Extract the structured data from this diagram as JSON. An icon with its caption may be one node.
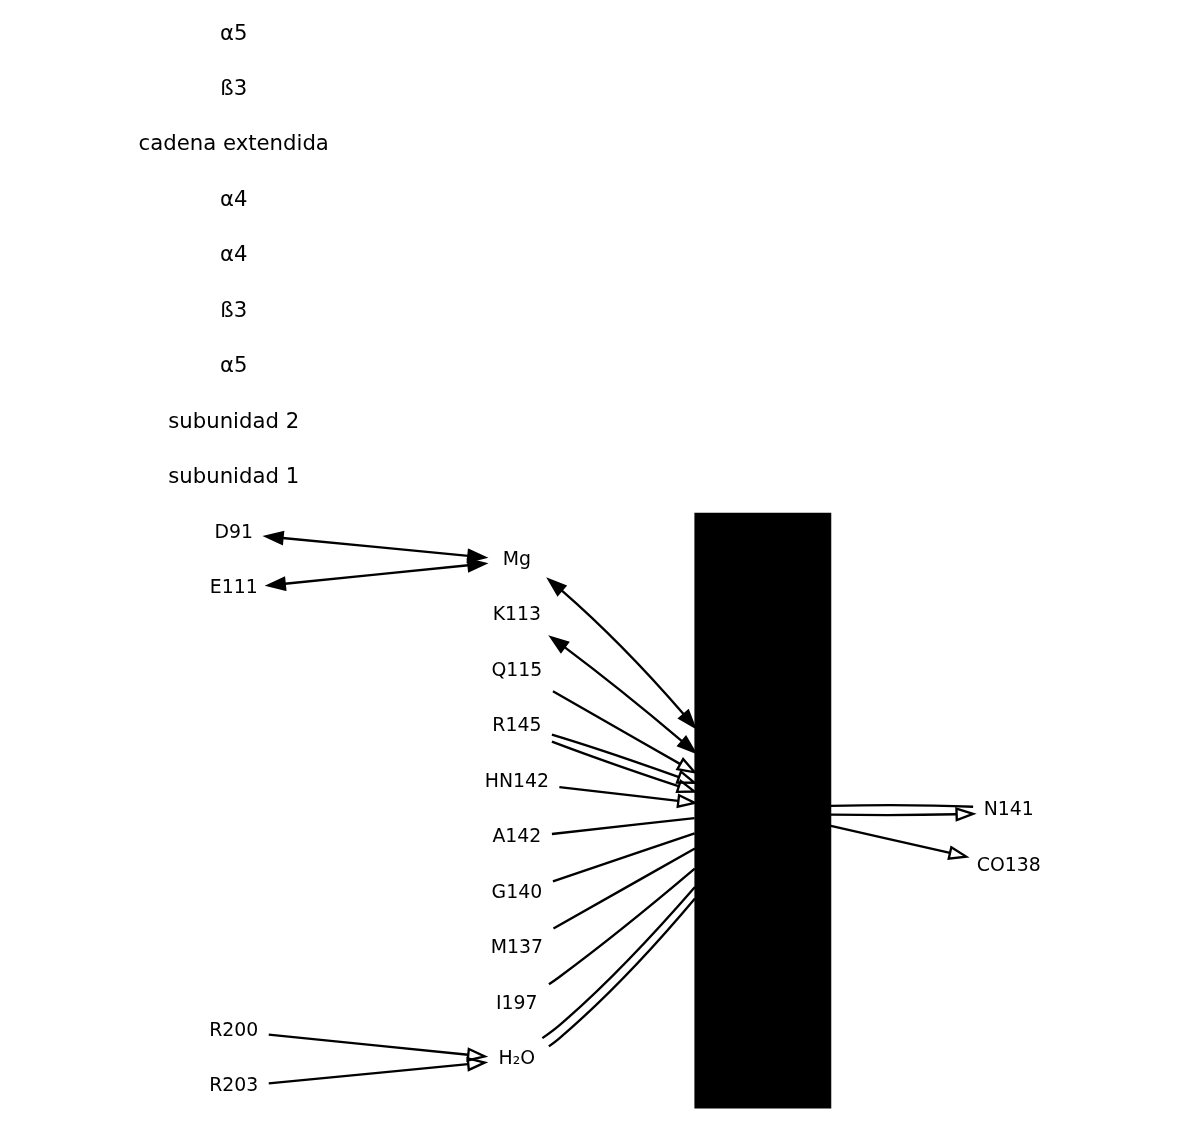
{
  "diagram": {
    "nodes": [
      {
        "text": [
          "D91"
        ]
      },
      {
        "text": [
          "Mg"
        ]
      },
      {
        "text": [
          "E111"
        ]
      },
      {
        "text": [
          "K113"
        ]
      },
      {
        "text": [
          "Q115"
        ]
      },
      {
        "text": [
          "R145"
        ]
      },
      {
        "text": [
          "HN142"
        ]
      },
      {
        "text": [
          "A142"
        ]
      },
      {
        "text": [
          "N141"
        ]
      },
      {
        "text": [
          "G140"
        ]
      },
      {
        "text": [
          "CO138"
        ]
      },
      {
        "text": [
          "M137"
        ]
      },
      {
        "text": [
          "I197"
        ]
      },
      {
        "text": [
          "R200"
        ]
      },
      {
        "text": [
          "R203"
        ]
      },
      {
        "text": [
          "H₂O"
        ]
      },
      {
        "text": [],
        "shape": "box"
      }
    ],
    "edges": [
      {
        "from": 0,
        "to": 1,
        "arrow": "both"
      },
      {
        "from": 1,
        "to": 16,
        "arrow": "both"
      },
      {
        "from": 2,
        "to": 1,
        "arrow": "both"
      },
      {
        "from": 3,
        "to": 16,
        "arrow": "both"
      },
      {
        "from": 4,
        "to": 16,
        "arrow": "to"
      },
      {
        "from": 5,
        "to": 16,
        "arrow": "to"
      },
      {
        "from": 5,
        "to": 16,
        "arrow": "to"
      },
      {
        "from": 6,
        "to": 16,
        "arrow": "to"
      },
      {
        "from": 7,
        "to": 16,
        "arrow": "none"
      },
      {
        "from": 16,
        "to": 8,
        "arrow": "to"
      },
      {
        "from": 16,
        "to": 8,
        "arrow": "none"
      },
      {
        "from": 9,
        "to": 16,
        "arrow": "none"
      },
      {
        "from": 16,
        "to": 10,
        "arrow": "to"
      },
      {
        "from": 11,
        "to": 16,
        "arrow": "none"
      },
      {
        "from": 12,
        "to": 16,
        "arrow": "none"
      },
      {
        "from": 13,
        "to": 15,
        "arrow": "to"
      },
      {
        "from": 14,
        "to": 15,
        "arrow": "to"
      },
      {
        "from": 15,
        "to": 16,
        "arrow": "none"
      },
      {
        "from": 15,
        "to": 16,
        "arrow": "none"
      }
    ],
    "labels": [
      "subunidad 1",
      "subunidad 2",
      "α5",
      "ß3",
      "α4",
      "α4",
      "cadena extendida",
      "ß3",
      "α5"
    ]
  }
}
